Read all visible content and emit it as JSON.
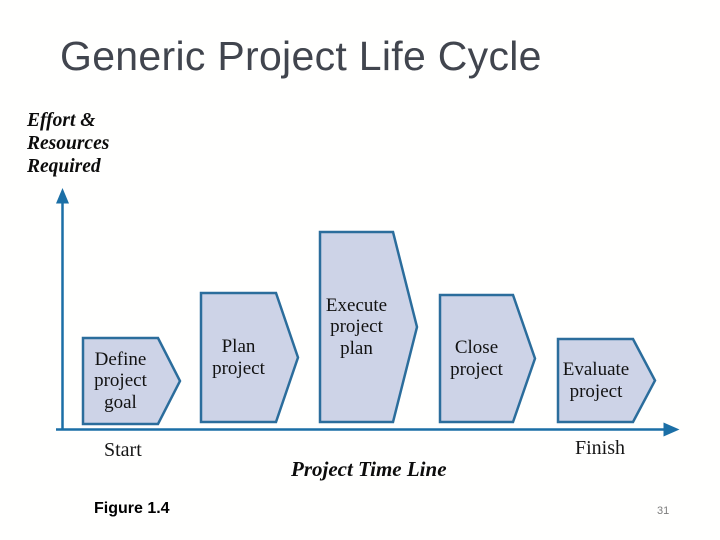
{
  "slide": {
    "title": "Generic Project Life Cycle"
  },
  "diagram": {
    "y_axis_label": "Effort &\nResources\nRequired",
    "phases": [
      {
        "label": "Define\nproject\ngoal"
      },
      {
        "label": "Plan\nproject"
      },
      {
        "label": "Execute\nproject\nplan"
      },
      {
        "label": "Close\nproject"
      },
      {
        "label": "Evaluate\nproject"
      }
    ],
    "x_axis": {
      "start_label": "Start",
      "finish_label": "Finish",
      "timeline_label": "Project Time Line"
    },
    "colors": {
      "axis": "#1b6fa6",
      "phase_fill": "#cdd3e7",
      "phase_border": "#2b6d9c",
      "title_text": "#41454e",
      "page_number_text": "#7d7d7d"
    }
  },
  "footer": {
    "figure_caption": "Figure 1.4",
    "page_number": "31"
  }
}
